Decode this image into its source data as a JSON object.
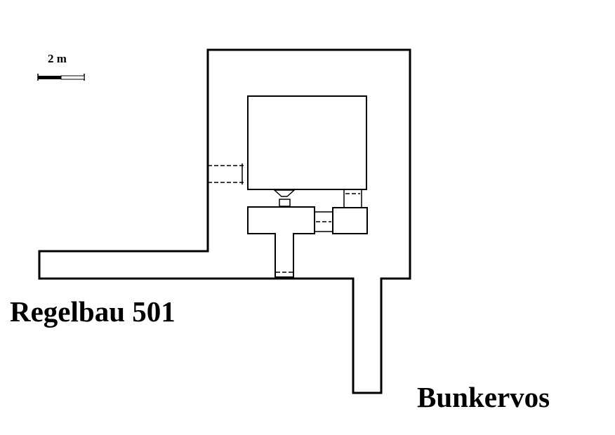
{
  "diagram": {
    "title": "Regelbau 501",
    "credit": "Bunkervos",
    "scale_bar": {
      "label": "2 m"
    }
  }
}
